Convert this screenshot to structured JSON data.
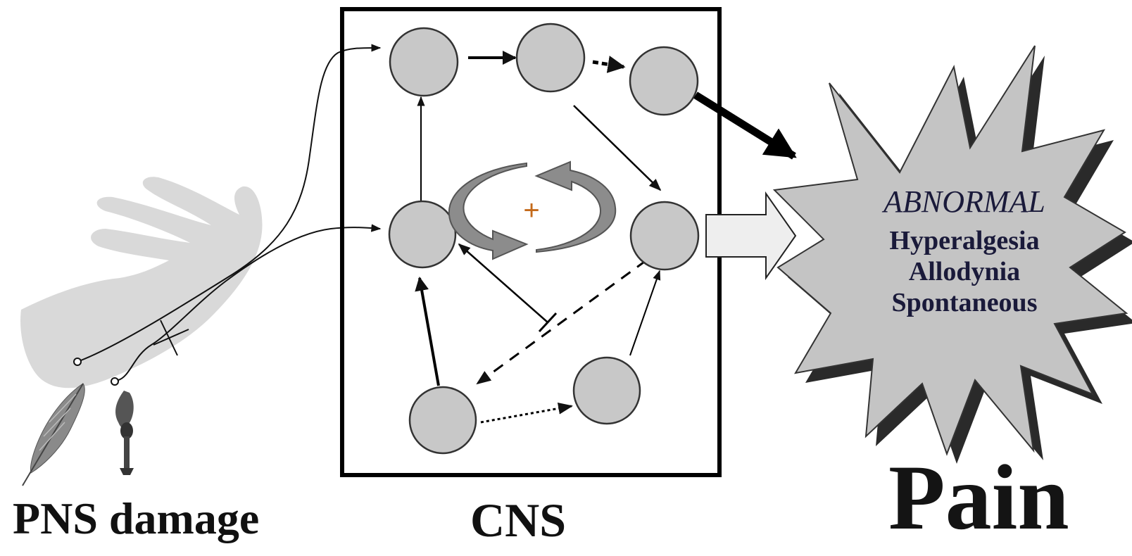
{
  "labels": {
    "pns": "PNS damage",
    "cns": "CNS",
    "pain": "Pain",
    "loop_sign": "+"
  },
  "burst": {
    "heading": "ABNORMAL",
    "symptoms": [
      "Hyperalgesia",
      "Allodynia",
      "Spontaneous"
    ]
  },
  "icons": [
    "hand-silhouette-icon",
    "feather-icon",
    "pin-icon",
    "cycle-arrows-icon",
    "starburst-icon"
  ],
  "colors": {
    "node_fill": "#c8c8c8",
    "node_stroke": "#333333",
    "hand": "#d9d9d9",
    "burst_fill": "#c4c4c4",
    "burst_shadow": "#2a2a2a",
    "loop_plus": "#c46a1a"
  }
}
